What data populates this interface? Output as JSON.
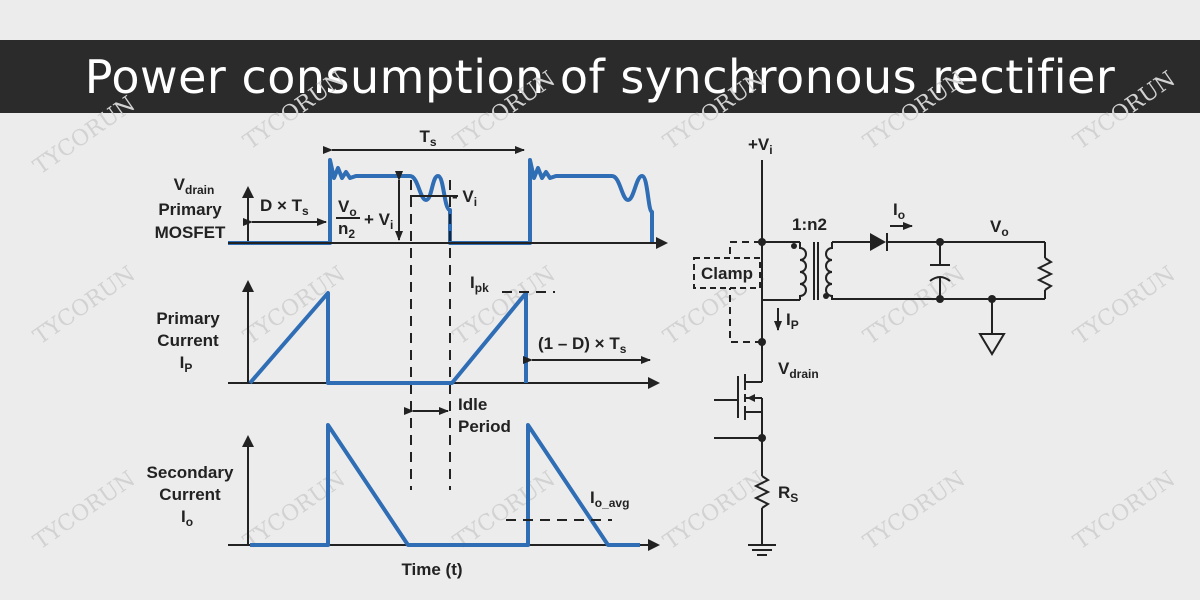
{
  "title": "Power consumption of synchronous rectifier",
  "watermark": "TYCORUN",
  "waveforms": {
    "vdrain": {
      "symbol": "V",
      "sub": "drain",
      "line2": "Primary",
      "line3": "MOSFET"
    },
    "primary_current": {
      "line1": "Primary",
      "line2": "Current",
      "symbol": "I",
      "sub": "P"
    },
    "secondary_current": {
      "line1": "Secondary",
      "line2": "Current",
      "symbol": "I",
      "sub": "o"
    },
    "ts": {
      "symbol": "T",
      "sub": "s"
    },
    "d_ts": {
      "text": "D × T",
      "sub": "s"
    },
    "vo_n2": {
      "num": "V",
      "num_sub": "o",
      "den": "n",
      "den_sub": "2",
      "suffix": "+ V",
      "suffix_sub": "i"
    },
    "minus_vi": {
      "text": "- V",
      "sub": "i"
    },
    "ipk": {
      "symbol": "I",
      "sub": "pk"
    },
    "one_minus_d": {
      "text": "(1 – D) × T",
      "sub": "s"
    },
    "idle": {
      "line1": "Idle",
      "line2": "Period"
    },
    "io_avg": {
      "symbol": "I",
      "sub": "o_avg"
    },
    "x_axis": "Time (t)"
  },
  "circuit": {
    "vin": {
      "text": "+V",
      "sub": "i"
    },
    "ratio": "1:n2",
    "io": {
      "symbol": "I",
      "sub": "o"
    },
    "vo": {
      "symbol": "V",
      "sub": "o"
    },
    "clamp": "Clamp",
    "ip": {
      "symbol": "I",
      "sub": "P"
    },
    "vdrain": {
      "symbol": "V",
      "sub": "drain"
    },
    "rs": {
      "symbol": "R",
      "sub": "S"
    }
  }
}
